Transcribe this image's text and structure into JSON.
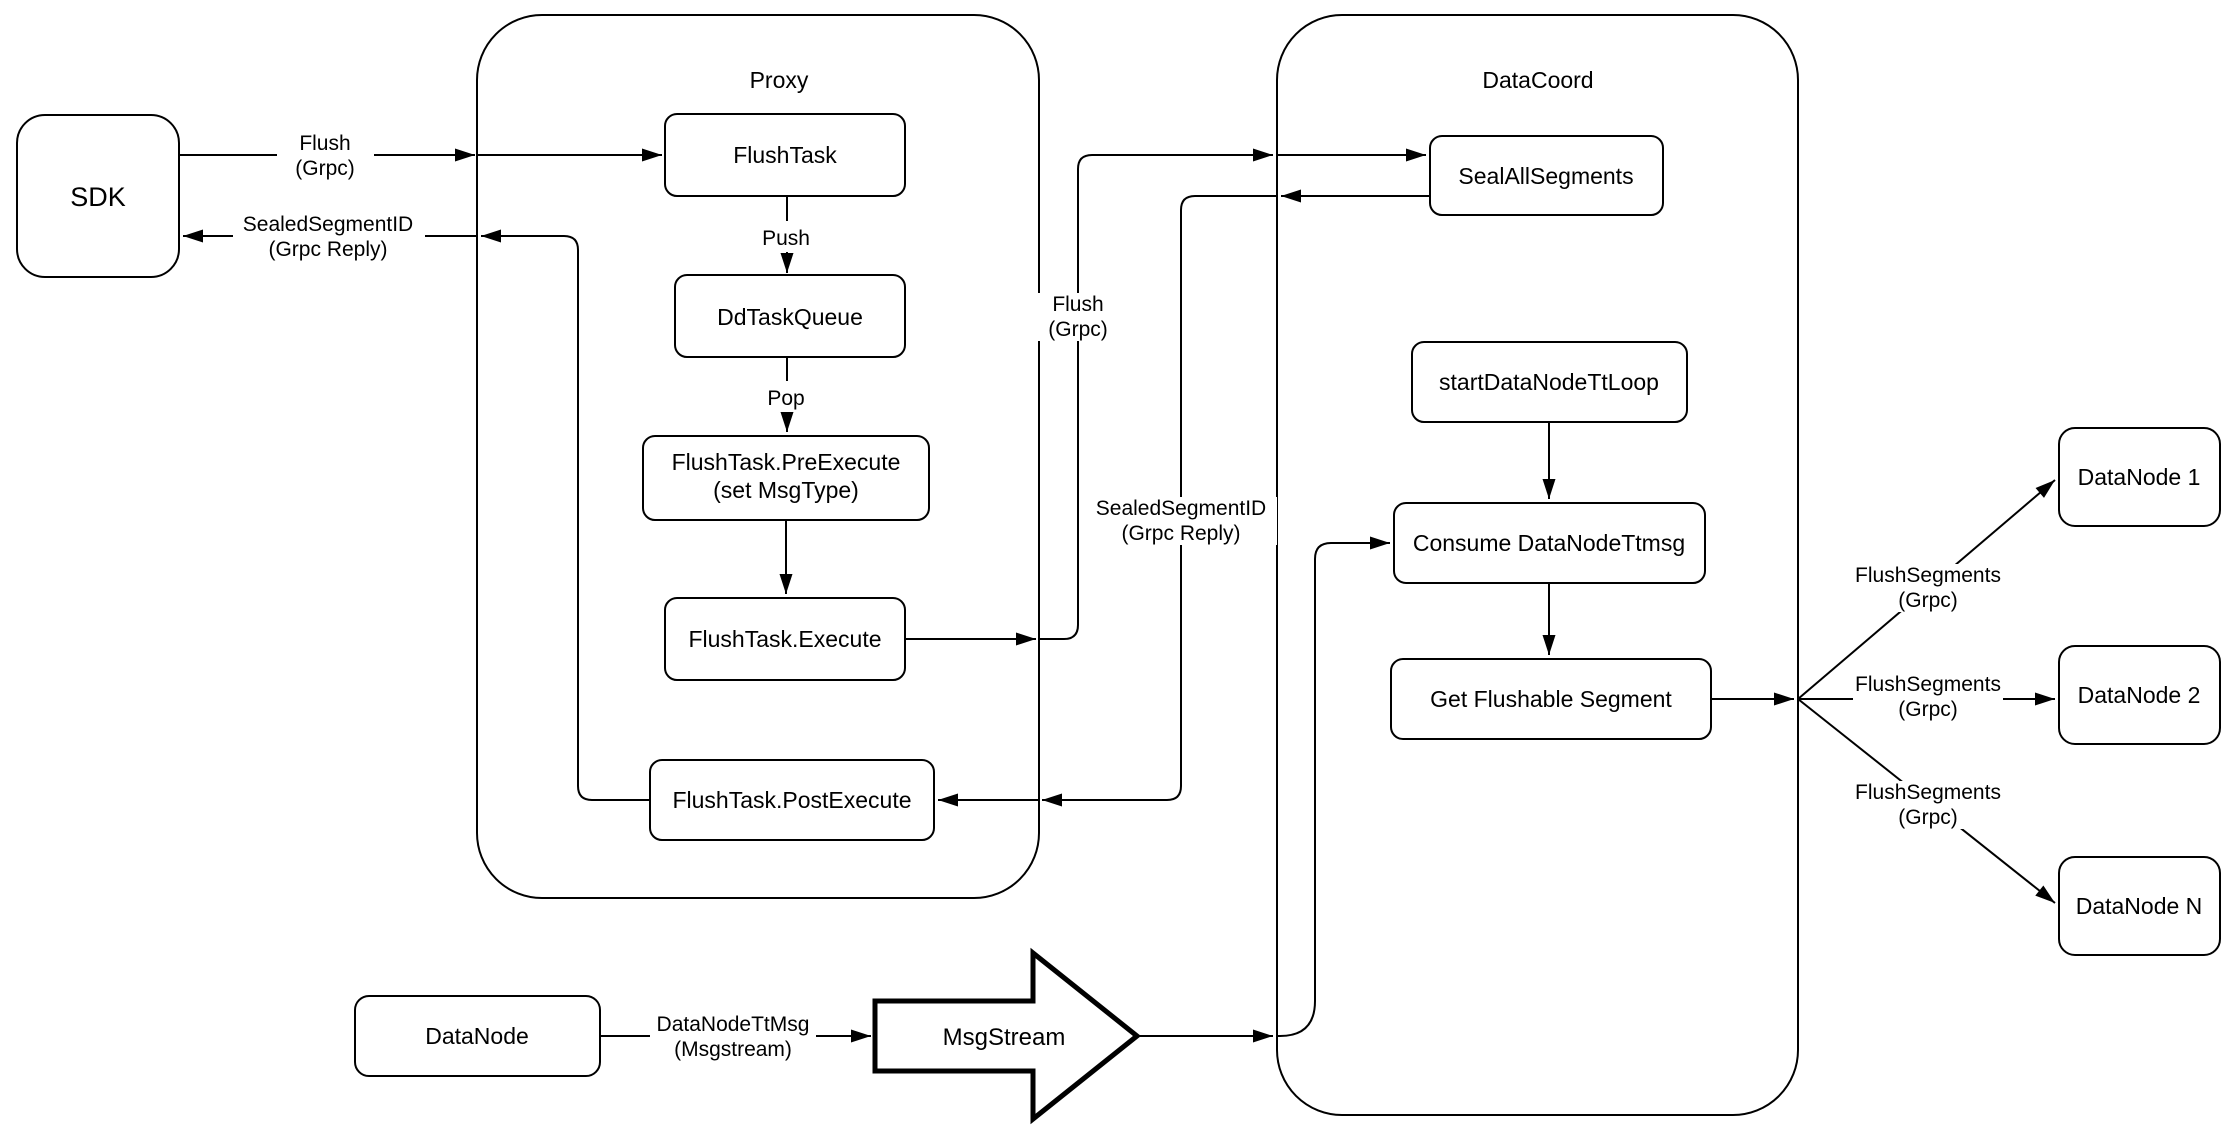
{
  "containers": {
    "proxy": {
      "title": "Proxy"
    },
    "datacoord": {
      "title": "DataCoord"
    }
  },
  "nodes": {
    "sdk": {
      "label": "SDK"
    },
    "flush_task": {
      "label": "FlushTask"
    },
    "dd_task_queue": {
      "label": "DdTaskQueue"
    },
    "pre_execute": {
      "line1": "FlushTask.PreExecute",
      "line2": "(set MsgType)"
    },
    "execute": {
      "label": "FlushTask.Execute"
    },
    "post_execute": {
      "label": "FlushTask.PostExecute"
    },
    "seal_all_segments": {
      "label": "SealAllSegments"
    },
    "start_datanode_tt_loop": {
      "label": "startDataNodeTtLoop"
    },
    "consume_datanode_ttmsg": {
      "label": "Consume DataNodeTtmsg"
    },
    "get_flushable_segment": {
      "label": "Get Flushable Segment"
    },
    "datanode_1": {
      "label": "DataNode 1"
    },
    "datanode_2": {
      "label": "DataNode 2"
    },
    "datanode_n": {
      "label": "DataNode N"
    },
    "datanode": {
      "label": "DataNode"
    },
    "msgstream": {
      "label": "MsgStream"
    }
  },
  "edges": {
    "sdk_flush": {
      "line1": "Flush",
      "line2": "(Grpc)"
    },
    "sdk_reply": {
      "line1": "SealedSegmentID",
      "line2": "(Grpc Reply)"
    },
    "push": {
      "label": "Push"
    },
    "pop": {
      "label": "Pop"
    },
    "execute_flush": {
      "line1": "Flush",
      "line2": "(Grpc)"
    },
    "seal_reply": {
      "line1": "SealedSegmentID",
      "line2": "(Grpc Reply)"
    },
    "flush_segments_1": {
      "line1": "FlushSegments",
      "line2": "(Grpc)"
    },
    "flush_segments_2": {
      "line1": "FlushSegments",
      "line2": "(Grpc)"
    },
    "flush_segments_3": {
      "line1": "FlushSegments",
      "line2": "(Grpc)"
    },
    "datanode_ttmsg": {
      "line1": "DataNodeTtMsg",
      "line2": "(Msgstream)"
    }
  },
  "colors": {
    "stroke": "#000000",
    "background": "#ffffff"
  }
}
